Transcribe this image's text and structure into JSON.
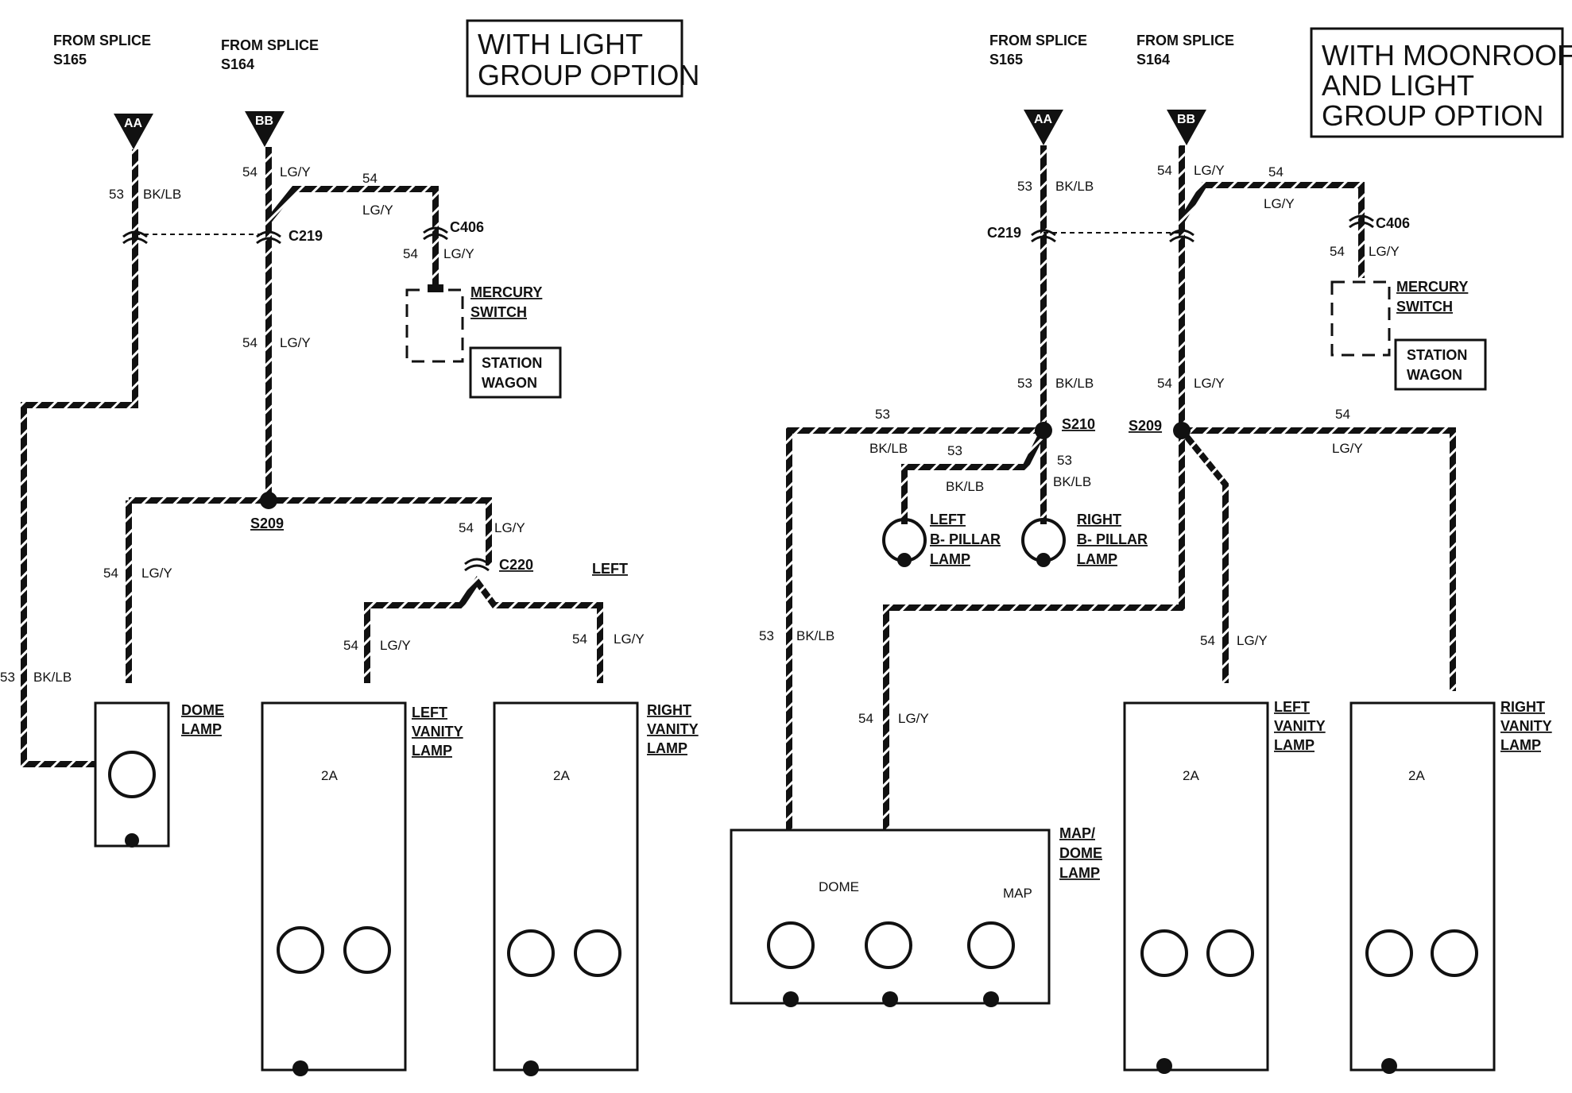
{
  "left": {
    "title_lines": [
      "WITH LIGHT",
      "GROUP OPTION"
    ],
    "splice_a": {
      "line1": "FROM SPLICE",
      "line2": "S165",
      "tag": "AA"
    },
    "splice_b": {
      "line1": "FROM SPLICE",
      "line2": "S164",
      "tag": "BB"
    },
    "wire_53": "53",
    "wire_54": "54",
    "color_53": "BK/LB",
    "color_54": "LG/Y",
    "c219": "C219",
    "c406": "C406",
    "c220": "C220",
    "s209": "S209",
    "left_word": "LEFT",
    "mercury": [
      "MERCURY",
      "SWITCH"
    ],
    "wagon": [
      "STATION",
      "WAGON"
    ],
    "dome_lamp": [
      "DOME",
      "LAMP"
    ],
    "left_vanity": [
      "LEFT",
      "VANITY",
      "LAMP"
    ],
    "right_vanity": [
      "RIGHT",
      "VANITY",
      "LAMP"
    ],
    "amp": "2A"
  },
  "right": {
    "title_lines": [
      "WITH MOONROOF",
      "AND LIGHT",
      "GROUP OPTION"
    ],
    "splice_a": {
      "line1": "FROM SPLICE",
      "line2": "S165",
      "tag": "AA"
    },
    "splice_b": {
      "line1": "FROM SPLICE",
      "line2": "S164",
      "tag": "BB"
    },
    "wire_53": "53",
    "wire_54": "54",
    "color_53": "BK/LB",
    "color_54": "LG/Y",
    "c219": "C219",
    "c406": "C406",
    "s209": "S209",
    "s210": "S210",
    "mercury": [
      "MERCURY",
      "SWITCH"
    ],
    "wagon": [
      "STATION",
      "WAGON"
    ],
    "left_bpillar": [
      "LEFT",
      "B- PILLAR",
      "LAMP"
    ],
    "right_bpillar": [
      "RIGHT",
      "B- PILLAR",
      "LAMP"
    ],
    "map_dome": [
      "MAP/",
      "DOME",
      "LAMP"
    ],
    "dome_word": "DOME",
    "map_word": "MAP",
    "left_vanity": [
      "LEFT",
      "VANITY",
      "LAMP"
    ],
    "right_vanity": [
      "RIGHT",
      "VANITY",
      "LAMP"
    ],
    "amp": "2A"
  }
}
